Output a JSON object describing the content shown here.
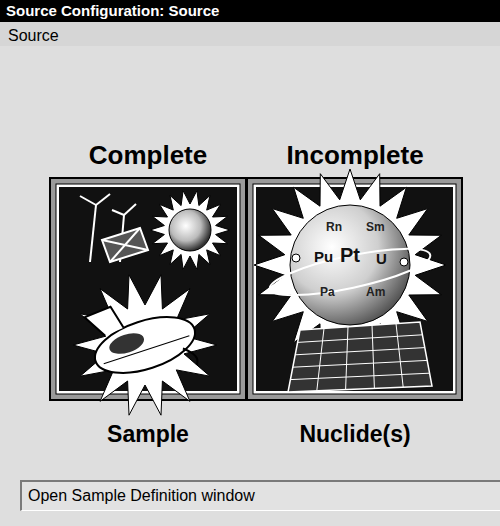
{
  "diagram": {
    "title": "Source Configuration: Source",
    "nodes": [
      {
        "text": [
          "Complete",
          "Sample"
        ]
      },
      {
        "text": [
          "Incomplete",
          "Nuclide(s)"
        ]
      },
      {
        "text": [
          "Open Sample Definition window"
        ]
      }
    ],
    "labels": [
      "Source",
      "Rn",
      "Sm",
      "Pu",
      "Pt",
      "U",
      "Pa",
      "Am"
    ]
  }
}
